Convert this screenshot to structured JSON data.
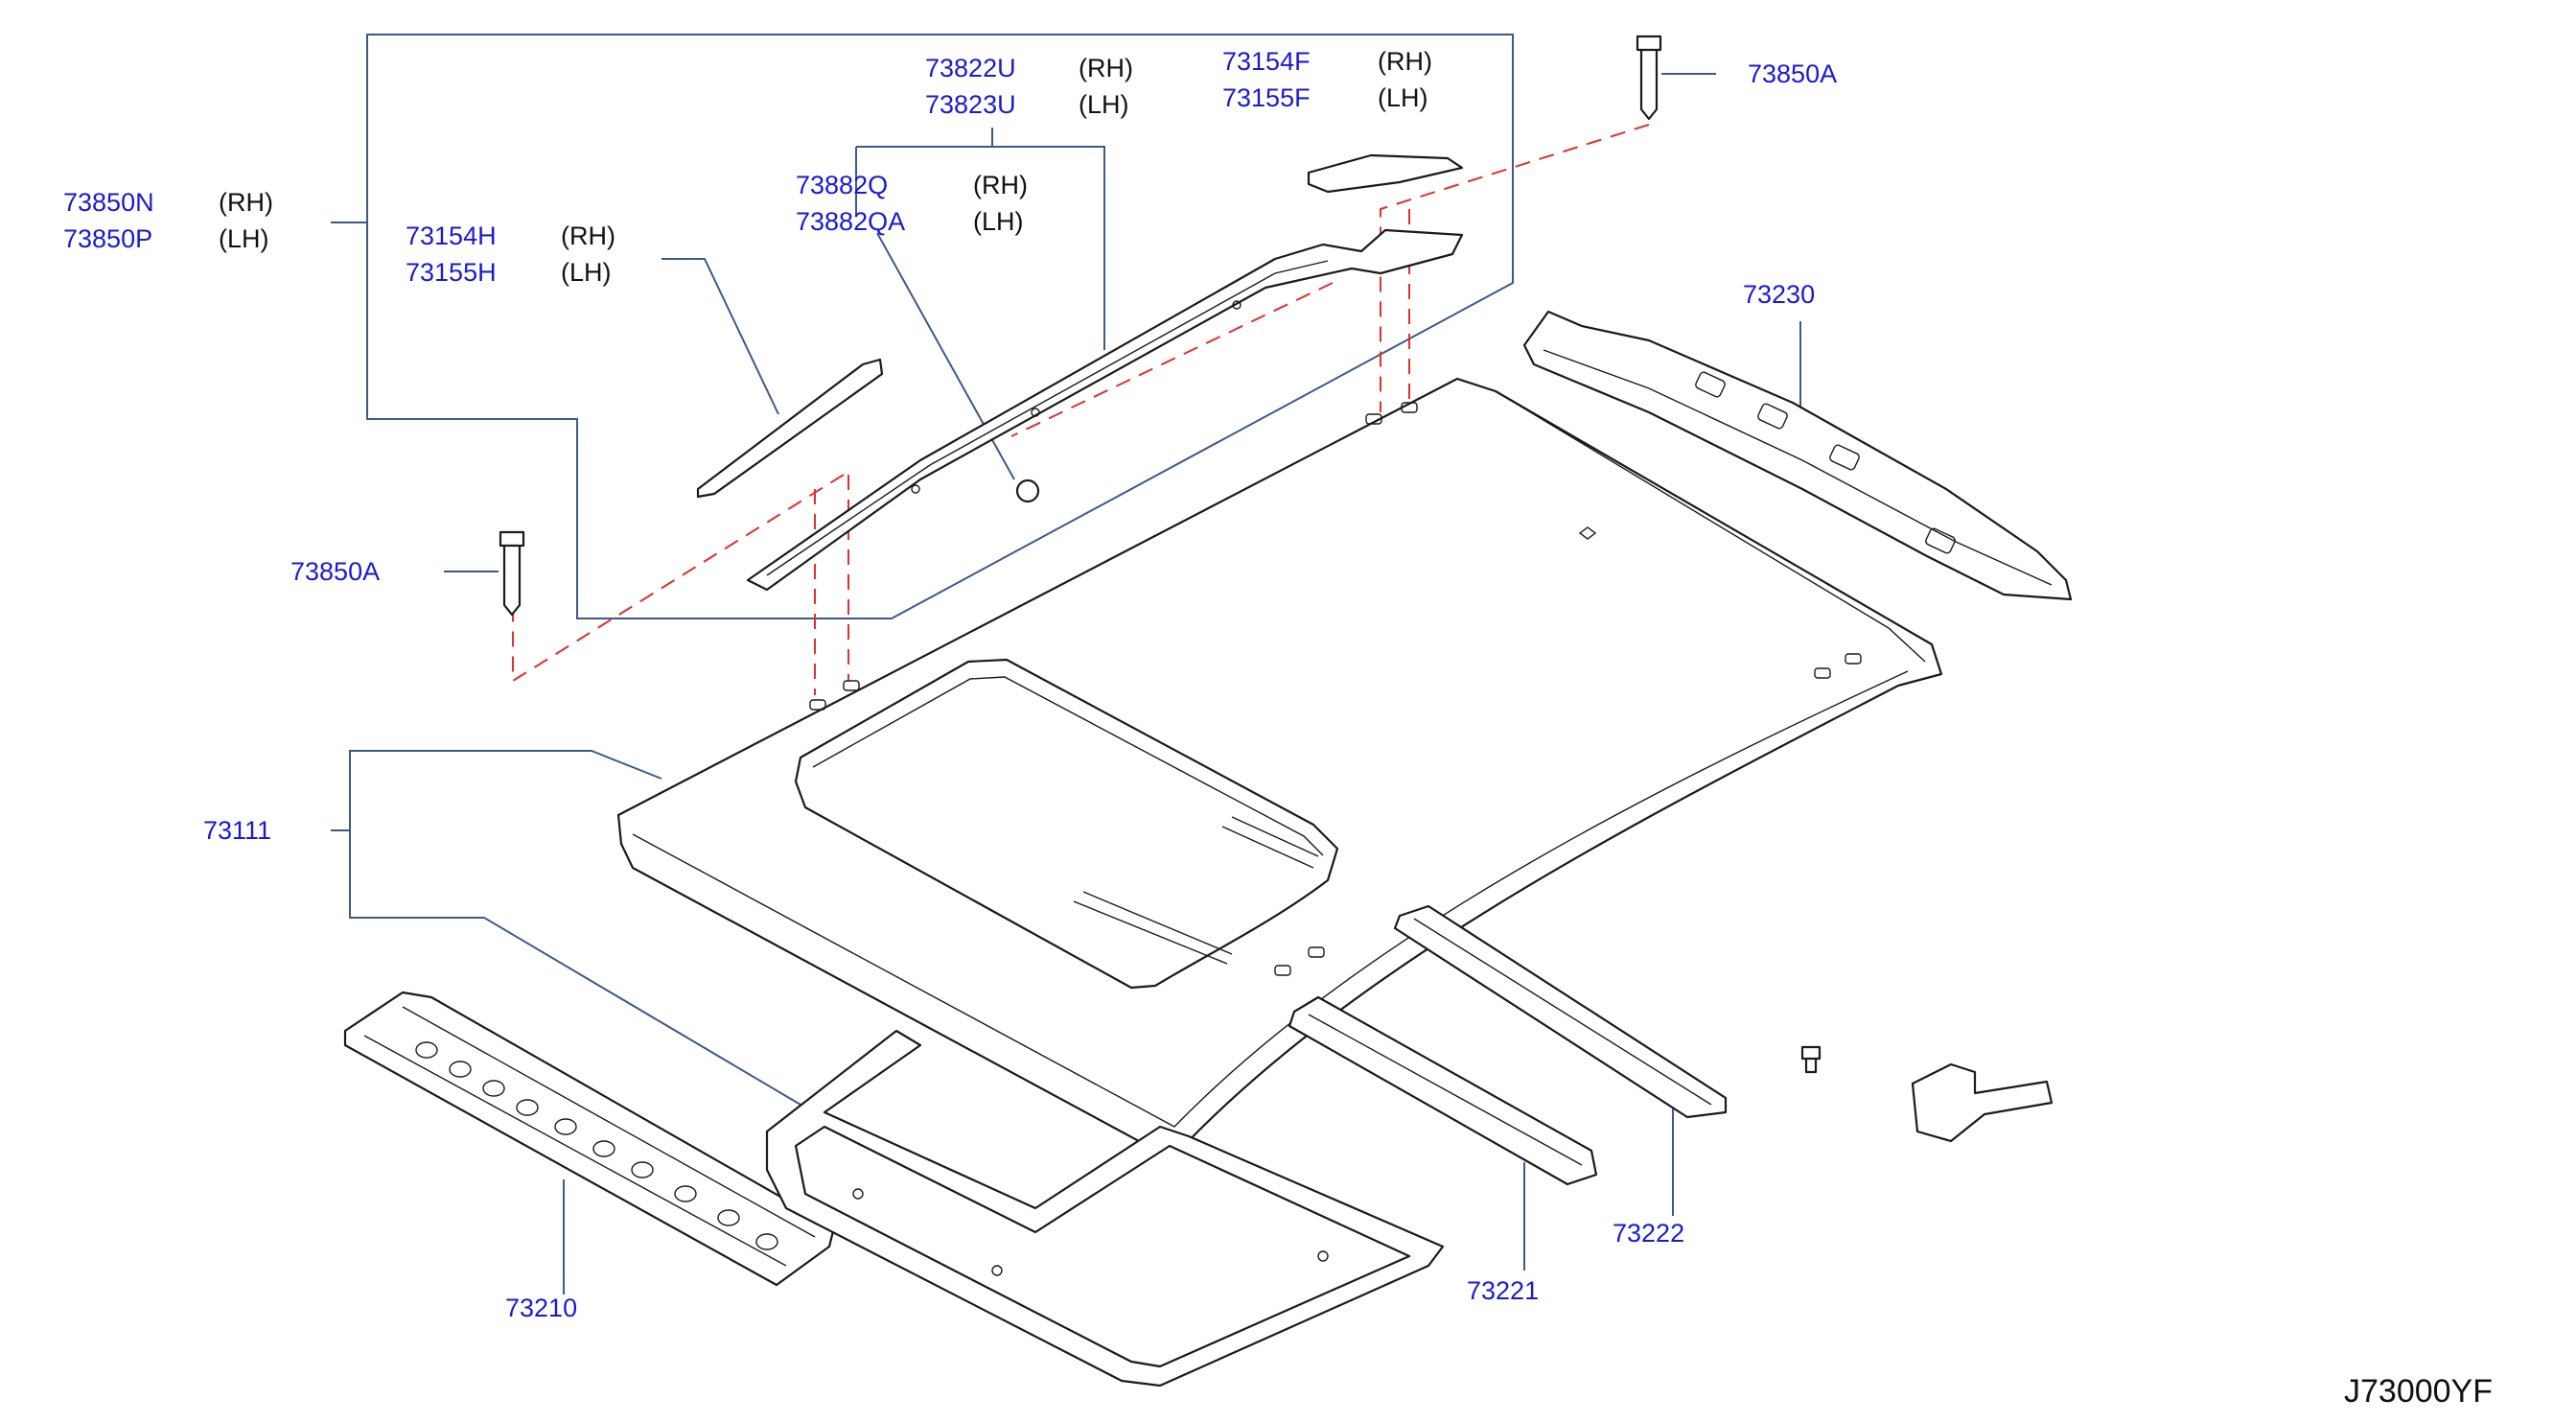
{
  "diagram": {
    "code": "J73000YF",
    "labels": {
      "p73822U": "73822U",
      "p73822U_side": "(RH)",
      "p73823U": "73823U",
      "p73823U_side": "(LH)",
      "p73154F": "73154F",
      "p73154F_side": "(RH)",
      "p73155F": "73155F",
      "p73155F_side": "(LH)",
      "p73850A_top": "73850A",
      "p73850N": "73850N",
      "p73850N_side": "(RH)",
      "p73850P": "73850P",
      "p73850P_side": "(LH)",
      "p73154H": "73154H",
      "p73154H_side": "(RH)",
      "p73155H": "73155H",
      "p73155H_side": "(LH)",
      "p73882Q": "73882Q",
      "p73882Q_side": "(RH)",
      "p73882QA": "73882QA",
      "p73882QA_side": "(LH)",
      "p73230": "73230",
      "p73850A_left": "73850A",
      "p73111": "73111",
      "p73210": "73210",
      "p73221": "73221",
      "p73222": "73222"
    },
    "colors": {
      "part_number": "#1a1ad0",
      "leader_line": "#3b5a8a",
      "hidden_line": "#e0302e",
      "outline": "#1a1a1a"
    }
  }
}
